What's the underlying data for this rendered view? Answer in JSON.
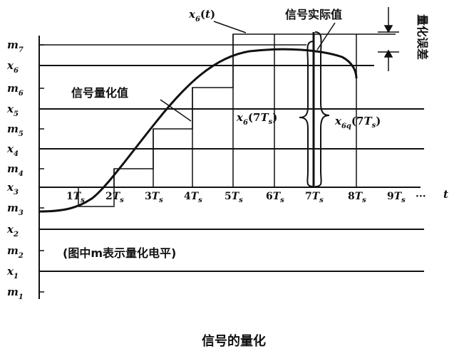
{
  "title_caption": "信号的量化",
  "curve_label": "x6(t)",
  "annotations": {
    "actual_value": "信号实际值",
    "quantized_value": "信号量化值",
    "quant_error": "量化误差",
    "note": "(图中m表示量化电平)"
  },
  "brace_labels": {
    "x6_7ts": "x6(7Ts)",
    "x6q_7ts": "x6q(7Ts)"
  },
  "levels": [
    {
      "name": "m7",
      "base": "m",
      "sub": "7"
    },
    {
      "name": "x6",
      "base": "x",
      "sub": "6"
    },
    {
      "name": "m6",
      "base": "m",
      "sub": "6"
    },
    {
      "name": "x5",
      "base": "x",
      "sub": "5"
    },
    {
      "name": "m5",
      "base": "m",
      "sub": "5"
    },
    {
      "name": "x4",
      "base": "x",
      "sub": "4"
    },
    {
      "name": "m4",
      "base": "m",
      "sub": "4"
    },
    {
      "name": "x3",
      "base": "x",
      "sub": "3"
    },
    {
      "name": "m3",
      "base": "m",
      "sub": "3"
    },
    {
      "name": "x2",
      "base": "x",
      "sub": "2"
    },
    {
      "name": "m2",
      "base": "m",
      "sub": "2"
    },
    {
      "name": "x1",
      "base": "x",
      "sub": "1"
    },
    {
      "name": "m1",
      "base": "m",
      "sub": "1"
    }
  ],
  "time_ticks": [
    {
      "coef": "1",
      "label": "1Ts"
    },
    {
      "coef": "2",
      "label": "2Ts"
    },
    {
      "coef": "3",
      "label": "3Ts"
    },
    {
      "coef": "4",
      "label": "4Ts"
    },
    {
      "coef": "5",
      "label": "5Ts"
    },
    {
      "coef": "6",
      "label": "6Ts"
    },
    {
      "coef": "7",
      "label": "7Ts"
    },
    {
      "coef": "8",
      "label": "8Ts"
    },
    {
      "coef": "9",
      "label": "9Ts"
    }
  ],
  "time_axis": {
    "ellipsis": "···",
    "symbol": "t"
  },
  "colors": {
    "ink": "#111111",
    "background": "#ffffff"
  }
}
